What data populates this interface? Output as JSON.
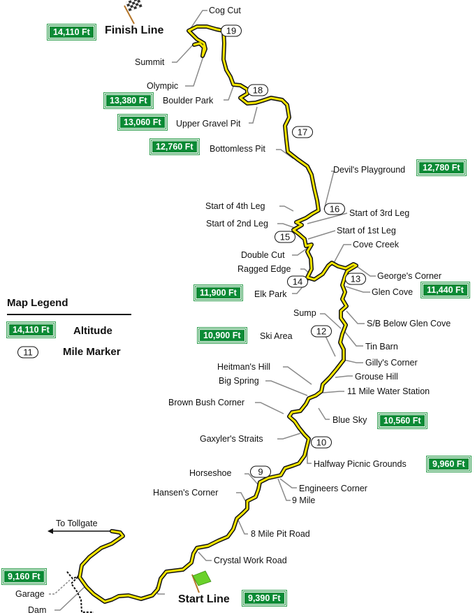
{
  "colors": {
    "road": "#f5e400",
    "altitude_badge": "#0b8a35",
    "leader": "#8a8a8a"
  },
  "finish_line": "Finish Line",
  "start_line": "Start Line",
  "to_tollgate": "To Tollgate",
  "labels": {
    "cog_cut": "Cog Cut",
    "summit": "Summit",
    "olympic": "Olympic",
    "boulder_park": "Boulder Park",
    "upper_gravel_pit": "Upper Gravel Pit",
    "bottomless_pit": "Bottomless Pit",
    "devils_playground": "Devil's Playground",
    "start_4th_leg": "Start of 4th Leg",
    "start_3rd_leg": "Start of 3rd Leg",
    "start_2nd_leg": "Start of 2nd Leg",
    "start_1st_leg": "Start of 1st Leg",
    "double_cut": "Double Cut",
    "cove_creek": "Cove Creek",
    "ragged_edge": "Ragged Edge",
    "georges_corner": "George's Corner",
    "elk_park": "Elk Park",
    "glen_cove": "Glen Cove",
    "sb_below_glen_cove": "S/B Below Glen Cove",
    "sump": "Sump",
    "tin_barn": "Tin Barn",
    "ski_area": "Ski Area",
    "gillys_corner": "Gilly's Corner",
    "grouse_hill": "Grouse Hill",
    "heitmans_hill": "Heitman's Hill",
    "big_spring": "Big Spring",
    "water_station": "11 Mile Water Station",
    "brown_bush_corner": "Brown Bush Corner",
    "blue_sky": "Blue Sky",
    "gaxylers_straits": "Gaxyler's Straits",
    "halfway_picnic": "Halfway Picnic Grounds",
    "horseshoe": "Horseshoe",
    "engineers_corner": "Engineers Corner",
    "nine_mile": "9 Mile",
    "hansens_corner": "Hansen's Corner",
    "eight_mile_pit": "8 Mile Pit Road",
    "crystal_work_road": "Crystal Work Road",
    "garage": "Garage",
    "dam": "Dam"
  },
  "altitudes": {
    "finish": "14,110 Ft",
    "boulder_park": "13,380 Ft",
    "upper_gravel_pit": "13,060 Ft",
    "bottomless_pit": "12,760 Ft",
    "devils_playground": "12,780 Ft",
    "elk_park": "11,900 Ft",
    "glen_cove": "11,440 Ft",
    "ski_area": "10,900 Ft",
    "blue_sky": "10,560 Ft",
    "halfway": "9,960 Ft",
    "start": "9,390 Ft",
    "garage": "9,160 Ft"
  },
  "mile_markers": [
    "19",
    "18",
    "17",
    "16",
    "15",
    "14",
    "13",
    "12",
    "10",
    "9"
  ],
  "legend": {
    "title": "Map Legend",
    "altitude_sample": "14,110 Ft",
    "altitude_label": "Altitude",
    "marker_sample": "11",
    "marker_label": "Mile Marker"
  }
}
